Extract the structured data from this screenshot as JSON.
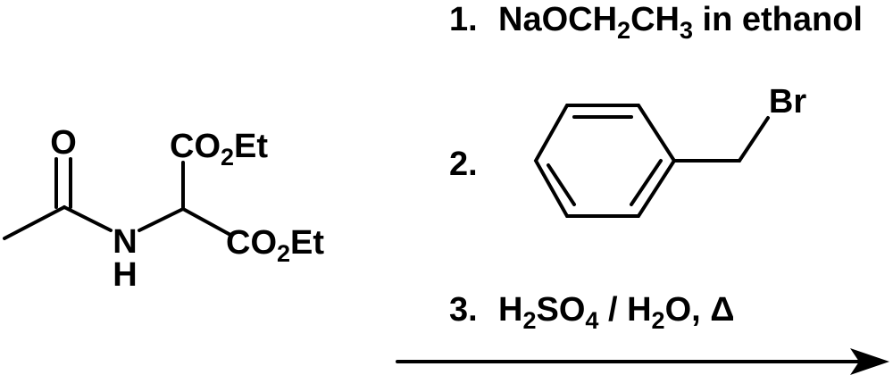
{
  "reactant": {
    "carbonyl_oxygen": "O",
    "nitrogen": "N",
    "amide_hydrogen": "H",
    "ester_top": {
      "main": "CO",
      "sub": "2",
      "rest": "Et"
    },
    "ester_bottom": {
      "main": "CO",
      "sub": "2",
      "rest": "Et"
    }
  },
  "steps": [
    {
      "number": "1.",
      "segments": [
        {
          "text": "NaOCH",
          "sub": false
        },
        {
          "text": "2",
          "sub": true
        },
        {
          "text": "CH",
          "sub": false
        },
        {
          "text": "3",
          "sub": true
        },
        {
          "text": " in ethanol",
          "sub": false
        }
      ]
    },
    {
      "number": "2.",
      "reagent_atom": "Br"
    },
    {
      "number": "3.",
      "segments": [
        {
          "text": "H",
          "sub": false
        },
        {
          "text": "2",
          "sub": true
        },
        {
          "text": "SO",
          "sub": false
        },
        {
          "text": "4",
          "sub": true
        },
        {
          "text": " / H",
          "sub": false
        },
        {
          "text": "2",
          "sub": true
        },
        {
          "text": "O, Δ",
          "sub": false
        }
      ]
    }
  ]
}
